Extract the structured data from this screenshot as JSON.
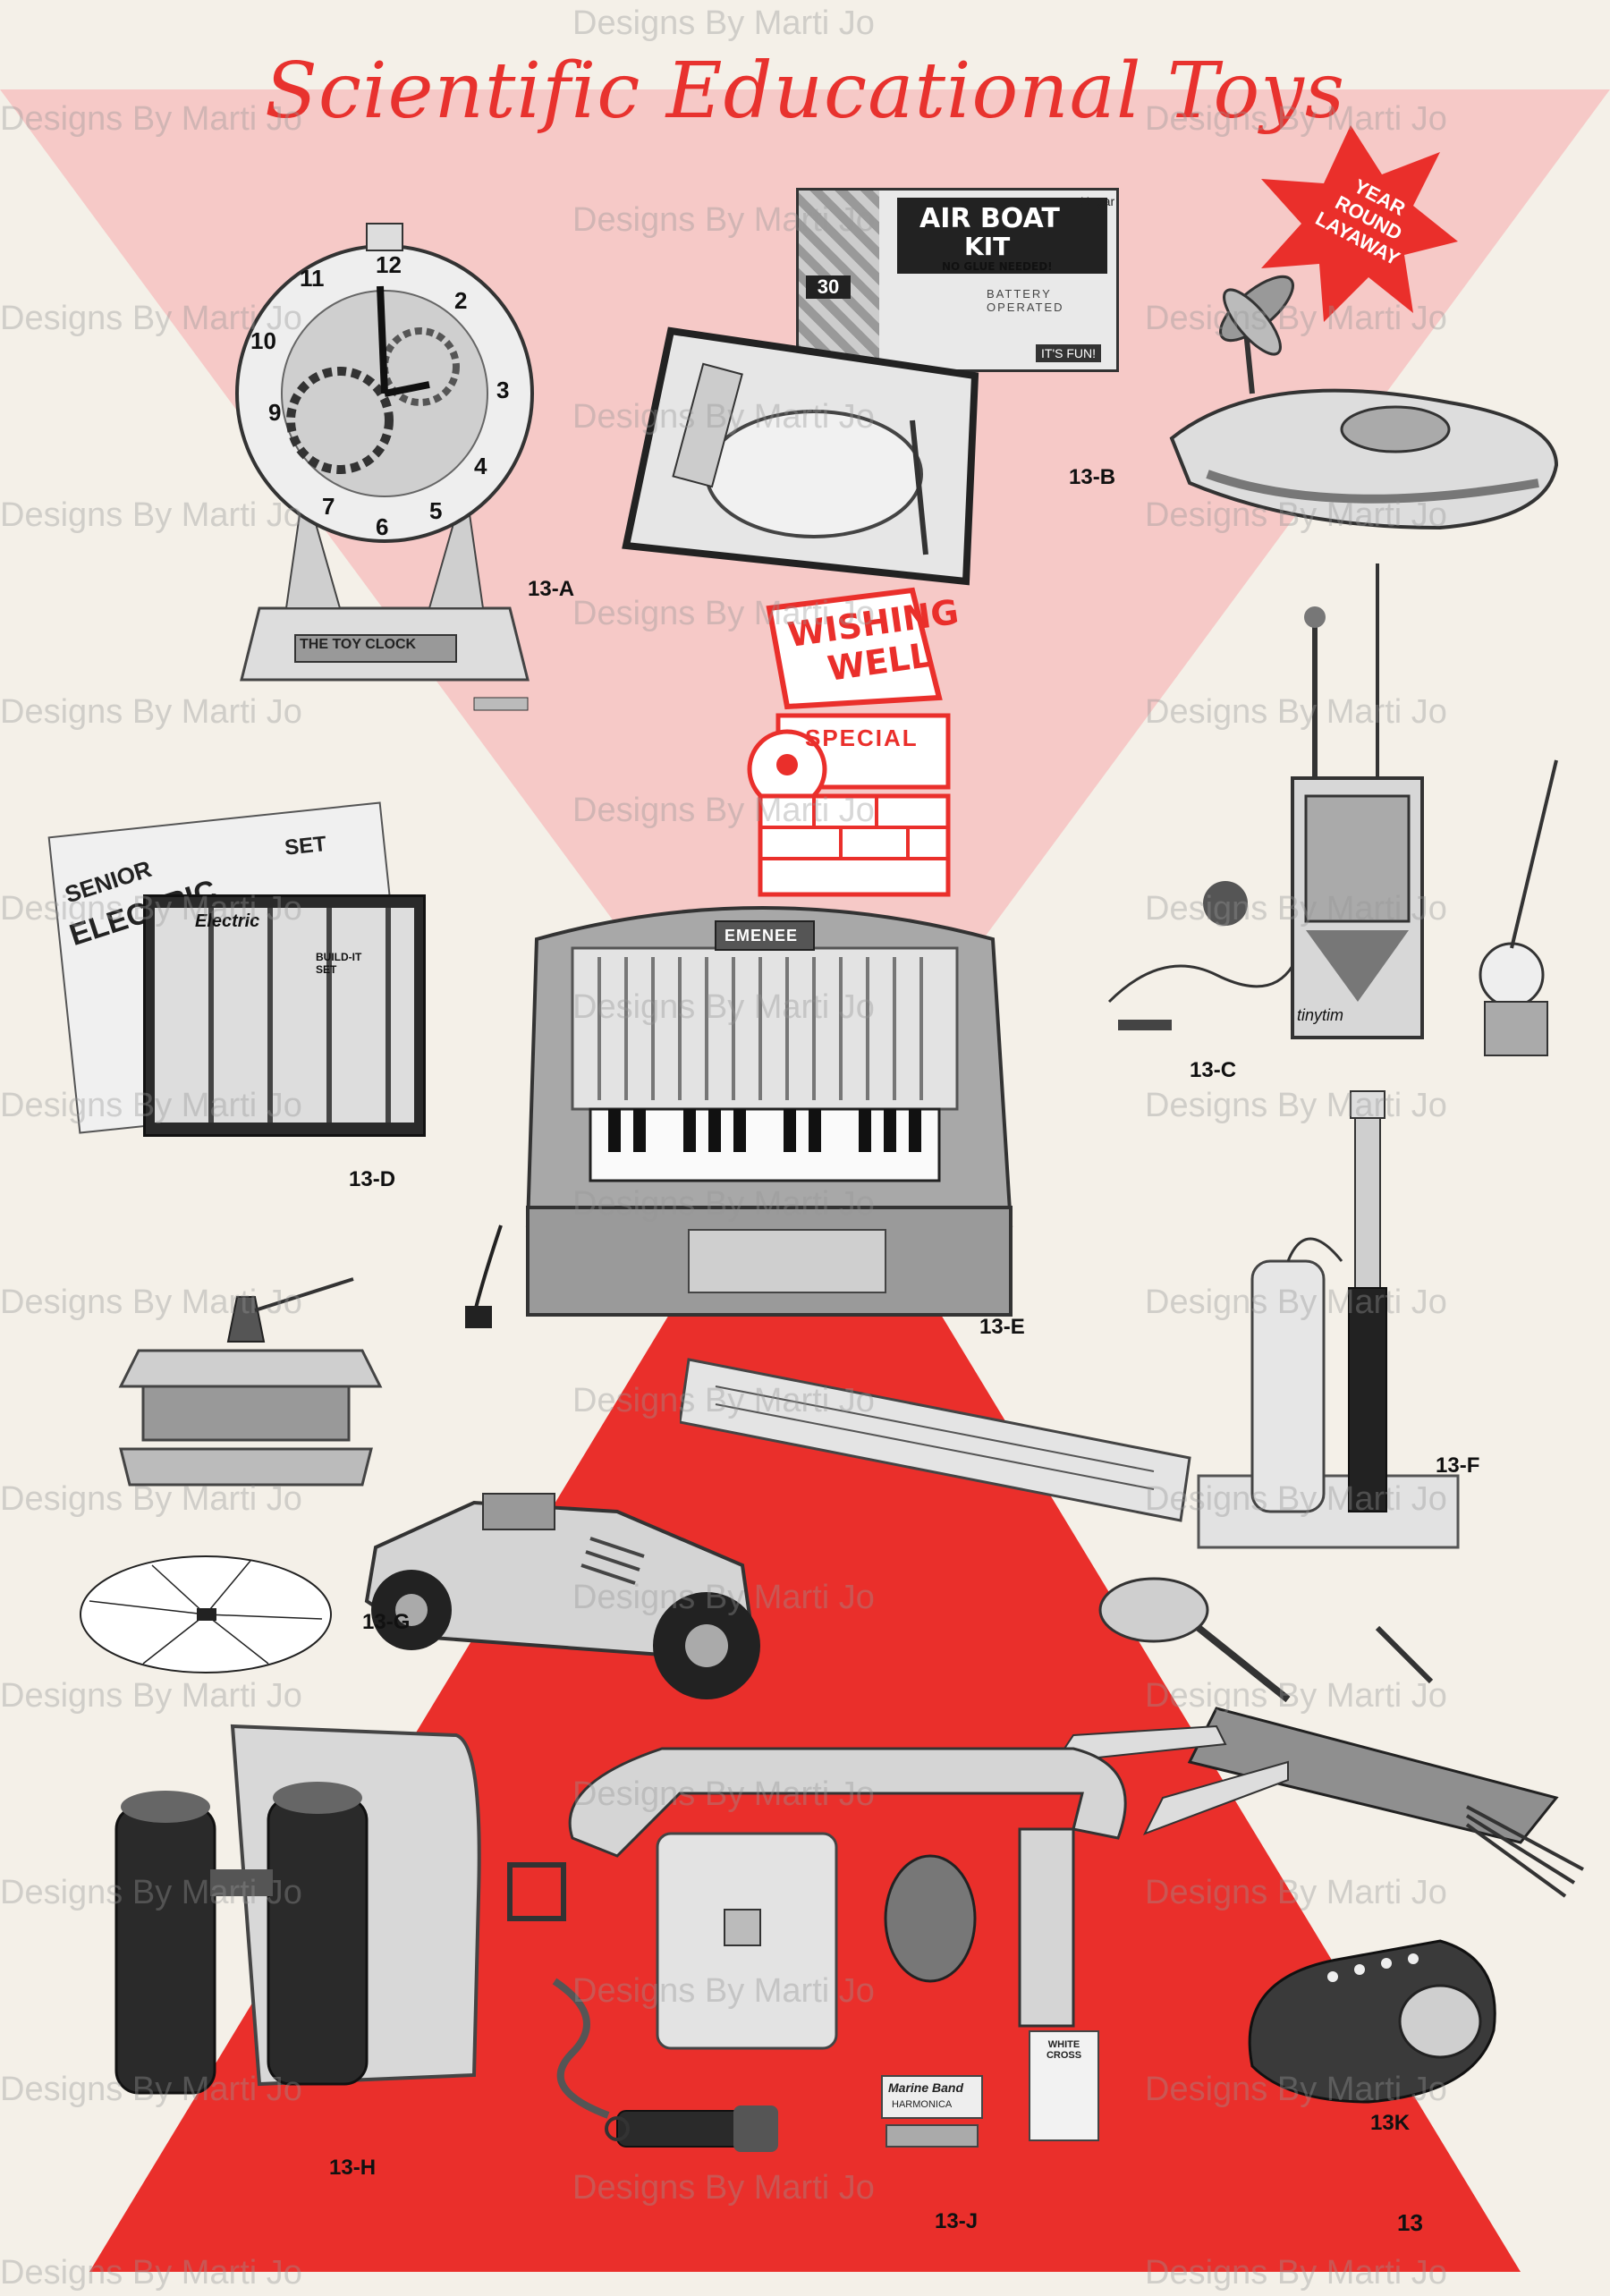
{
  "page": {
    "title": "Scientific Educational Toys",
    "page_number": "13",
    "badge": {
      "line1": "YEAR",
      "line2": "ROUND",
      "line3": "LAYAWAY"
    },
    "watermark": "Designs By Marti Jo",
    "sign": {
      "line1": "WISHING",
      "line2": "WELL",
      "line3": "SPECIAL"
    },
    "boat_kit": {
      "brand": "Ungar",
      "line1": "AIR BOAT",
      "line2": "KIT",
      "note": "NO GLUE NEEDED!",
      "minutes": "30",
      "powered": "BATTERY OPERATED",
      "fun": "IT'S FUN!"
    },
    "clock_plate": "THE TOY CLOCK",
    "organ_brand": "EMENEE",
    "electric_kit": {
      "line1": "SENIOR",
      "line2": "ELECTRIC",
      "line3": "SET",
      "inner": "Electric",
      "build": "BUILD-IT SET"
    },
    "radio_brand": "tinytim",
    "harmonica": {
      "brand": "Marine Band",
      "type": "HARMONICA"
    },
    "matches": {
      "brand": "WHITE CROSS"
    }
  },
  "colors": {
    "accent_red": "#ea2f2b",
    "pink": "#f6c9c7",
    "paper": "#f4f0e8"
  },
  "items": [
    {
      "label": "13-A"
    },
    {
      "label": "13-B"
    },
    {
      "label": "13-C"
    },
    {
      "label": "13-D"
    },
    {
      "label": "13-E"
    },
    {
      "label": "13-F"
    },
    {
      "label": "13-G"
    },
    {
      "label": "13-H"
    },
    {
      "label": "13-J"
    },
    {
      "label": "13K"
    }
  ]
}
